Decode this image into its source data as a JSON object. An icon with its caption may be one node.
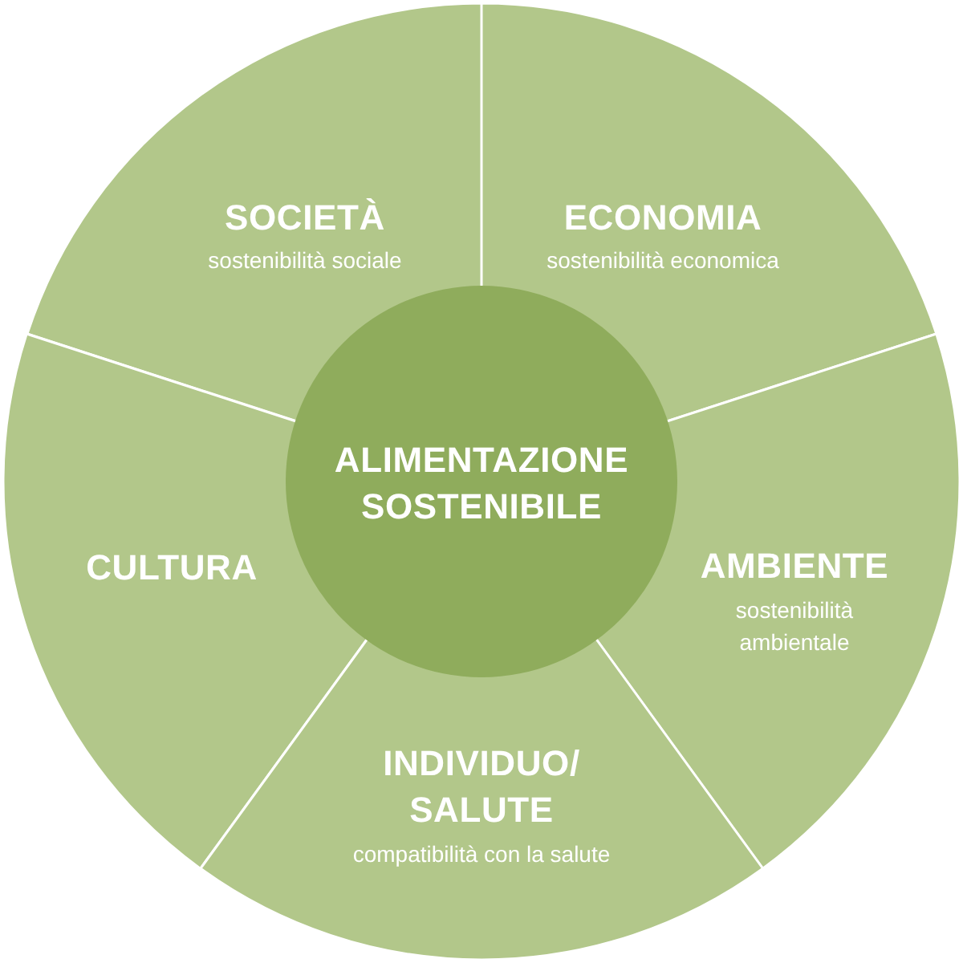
{
  "diagram": {
    "nodes": [
      {
        "text": [
          "SOCIETÀ",
          "sostenibilità sociale"
        ]
      },
      {
        "text": [
          "ECONOMIA",
          "sostenibilità economica"
        ]
      },
      {
        "text": [
          "ALIMENTAZIONE SOSTENIBILE"
        ]
      },
      {
        "text": [
          "CULTURA"
        ]
      },
      {
        "text": [
          "AMBIENTE",
          "sostenibilità ambientale"
        ]
      },
      {
        "text": [
          "INDIVIDUO/ SALUTE",
          "compatibilità con la salute"
        ]
      }
    ]
  }
}
